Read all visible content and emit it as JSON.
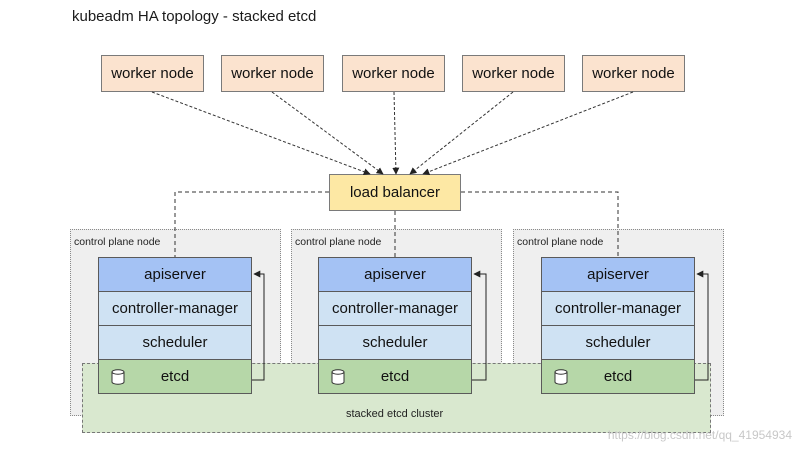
{
  "title": "kubeadm HA topology - stacked etcd",
  "workers": [
    "worker node",
    "worker node",
    "worker node",
    "worker node",
    "worker node"
  ],
  "load_balancer": "load balancer",
  "control_plane_nodes": [
    {
      "label": "control plane node",
      "layers": {
        "apiserver": "apiserver",
        "controller_manager": "controller-manager",
        "scheduler": "scheduler",
        "etcd": "etcd"
      }
    },
    {
      "label": "control plane node",
      "layers": {
        "apiserver": "apiserver",
        "controller_manager": "controller-manager",
        "scheduler": "scheduler",
        "etcd": "etcd"
      }
    },
    {
      "label": "control plane node",
      "layers": {
        "apiserver": "apiserver",
        "controller_manager": "controller-manager",
        "scheduler": "scheduler",
        "etcd": "etcd"
      }
    }
  ],
  "etcd_cluster_label": "stacked etcd cluster",
  "watermark": "https://blog.csdn.net/qq_41954934",
  "colors": {
    "worker": "#fbe3cf",
    "load_balancer": "#fde8a4",
    "apiserver": "#a4c2f4",
    "controller_manager": "#cfe2f3",
    "scheduler": "#cfe2f3",
    "etcd": "#b6d7a8",
    "etcd_cluster": "#d9e8cf",
    "control_plane_bg": "#efefef"
  },
  "icons": {
    "etcd": "database-cylinder-icon",
    "arrows": "dashed-arrow"
  }
}
